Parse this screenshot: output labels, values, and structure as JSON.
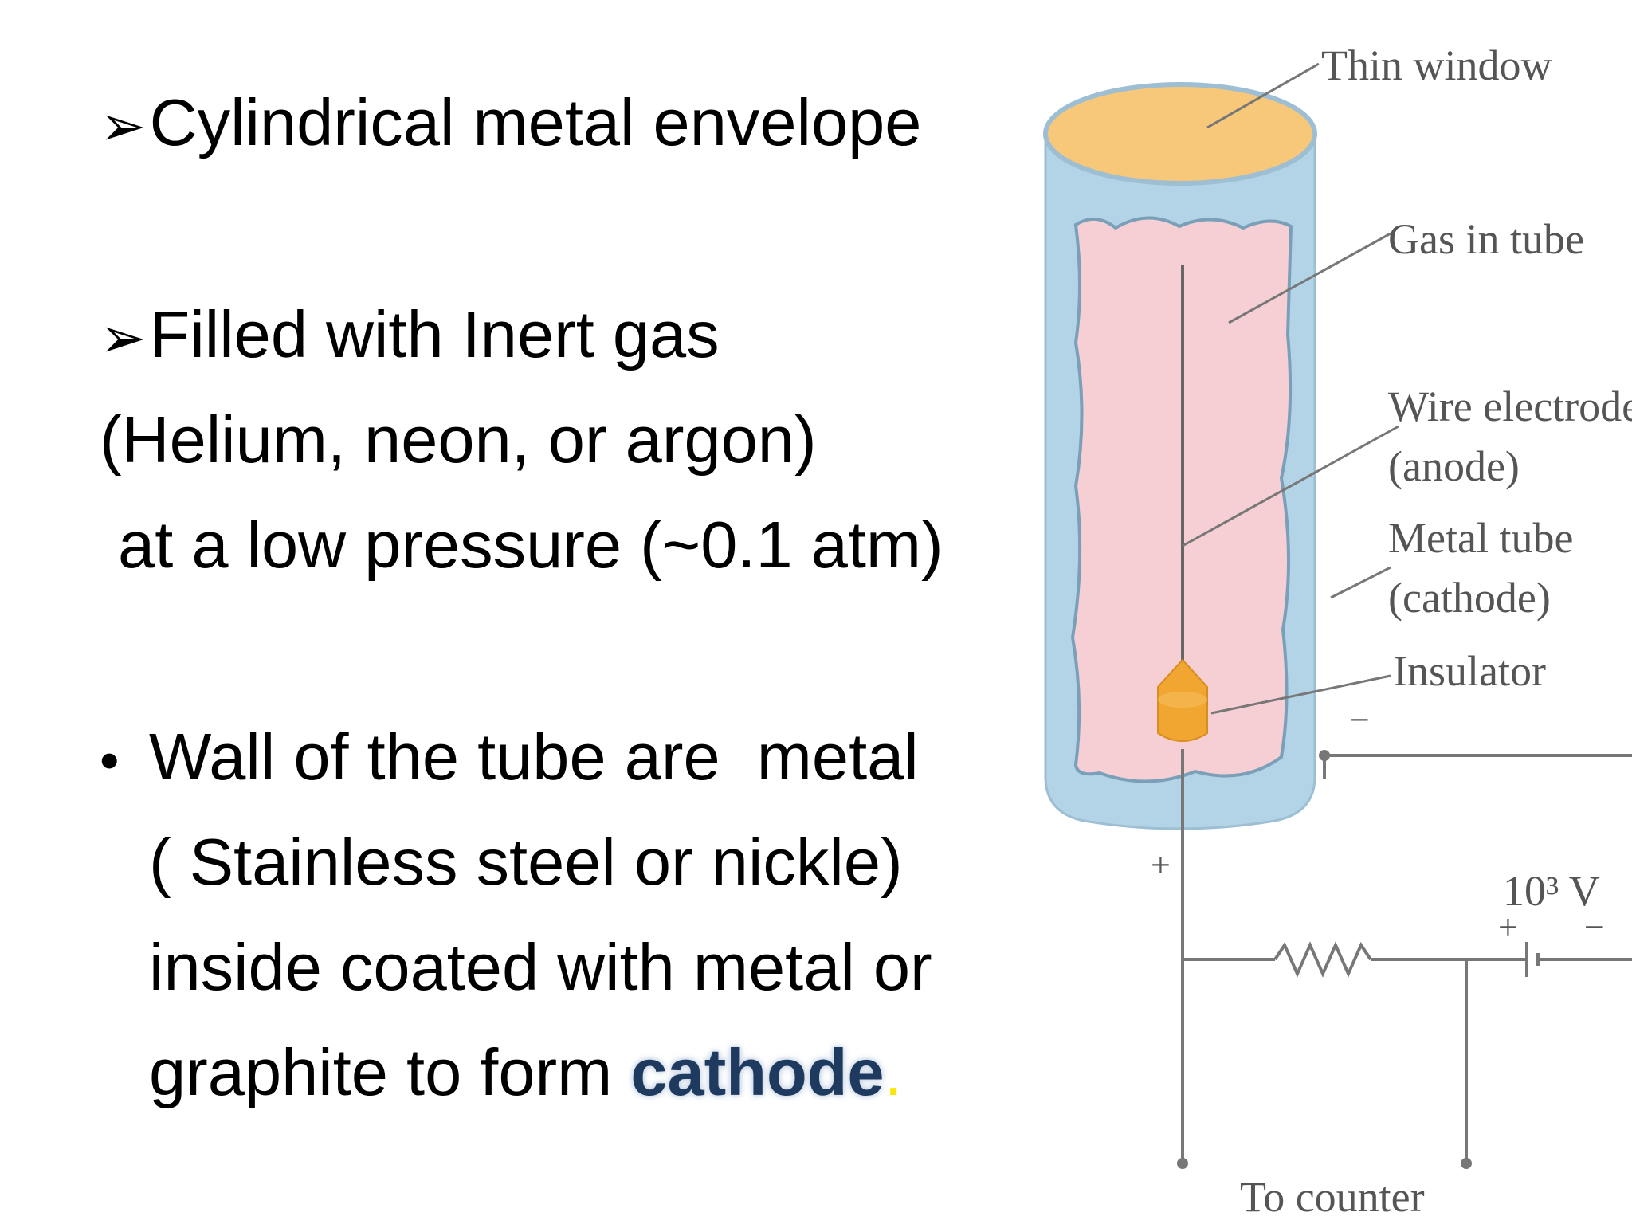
{
  "bullets": {
    "b1": {
      "marker": "➢",
      "text": "Cylindrical metal envelope"
    },
    "b2": {
      "marker": "➢",
      "text": "Filled with Inert gas"
    },
    "b2_line2": "(Helium, neon, or argon)",
    "b2_line3": " at a low pressure (~0.1 atm)",
    "b3": {
      "marker": "•",
      "text": "Wall of the tube are  metal"
    },
    "b3_line2": "( Stainless steel or nickle)",
    "b3_line3": "inside coated with metal or",
    "b3_line4_pre": "graphite to form ",
    "b3_highlight": "cathode",
    "b3_period": "."
  },
  "diagram": {
    "labels": {
      "thin_window": "Thin window",
      "gas_in_tube": "Gas in tube",
      "wire_electrode": "Wire electrode",
      "anode": "(anode)",
      "metal_tube": "Metal tube",
      "cathode": "(cathode)",
      "insulator": "Insulator",
      "minus": "−",
      "plus": "+",
      "voltage": "10³ V",
      "battery_plus": "+",
      "battery_minus": "−",
      "to_counter": "To counter"
    },
    "colors": {
      "tube": "#b3d3e6",
      "gas": "#f5cfd4",
      "window": "#f7c77a",
      "insulator": "#f0a630",
      "wire": "#666666"
    }
  }
}
